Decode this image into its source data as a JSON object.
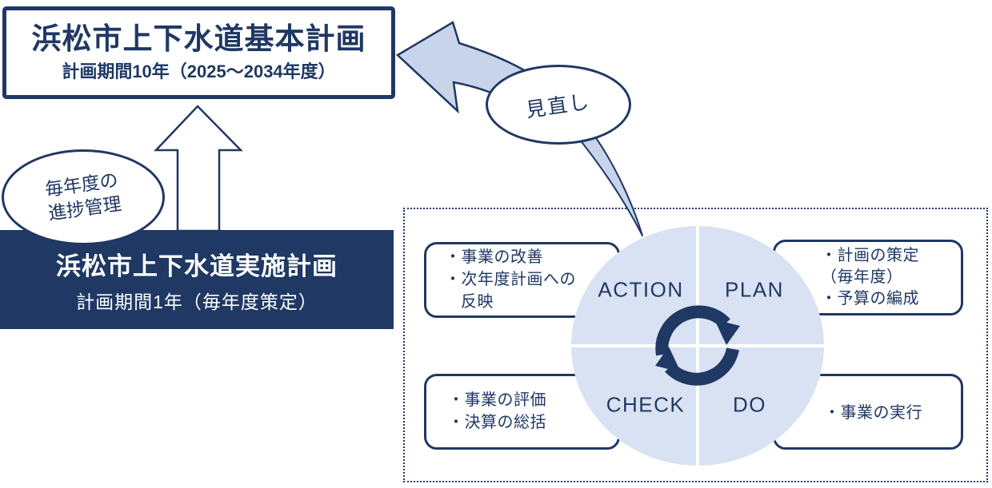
{
  "colors": {
    "navy": "#1f3864",
    "arrow_fill": "#c8d4ea",
    "circle_fill": "#d9e2f3",
    "white": "#ffffff"
  },
  "basic_plan": {
    "title": "浜松市上下水道基本計画",
    "period": "計画期間10年（2025～2034年度）"
  },
  "implementation_plan": {
    "title": "浜松市上下水道実施計画",
    "period": "計画期間1年（毎年度策定）"
  },
  "annual_management_label": {
    "line1": "毎年度の",
    "line2": "進捗管理"
  },
  "review_label": "見直し",
  "pdca": {
    "quadrants": {
      "action": "ACTION",
      "plan": "PLAN",
      "check": "CHECK",
      "do": "DO"
    },
    "action_box": {
      "lines": [
        {
          "text": "・事業の改善"
        },
        {
          "text": "・次年度計画への"
        },
        {
          "text": "反映",
          "indent": true
        }
      ]
    },
    "plan_box": {
      "lines": [
        {
          "text": "・計画の策定"
        },
        {
          "text": "（毎年度）"
        },
        {
          "text": "・予算の編成"
        }
      ]
    },
    "check_box": {
      "lines": [
        {
          "text": "・事業の評価"
        },
        {
          "text": "・決算の総括"
        }
      ]
    },
    "do_box": {
      "lines": [
        {
          "text": "・事業の実行"
        }
      ]
    }
  }
}
